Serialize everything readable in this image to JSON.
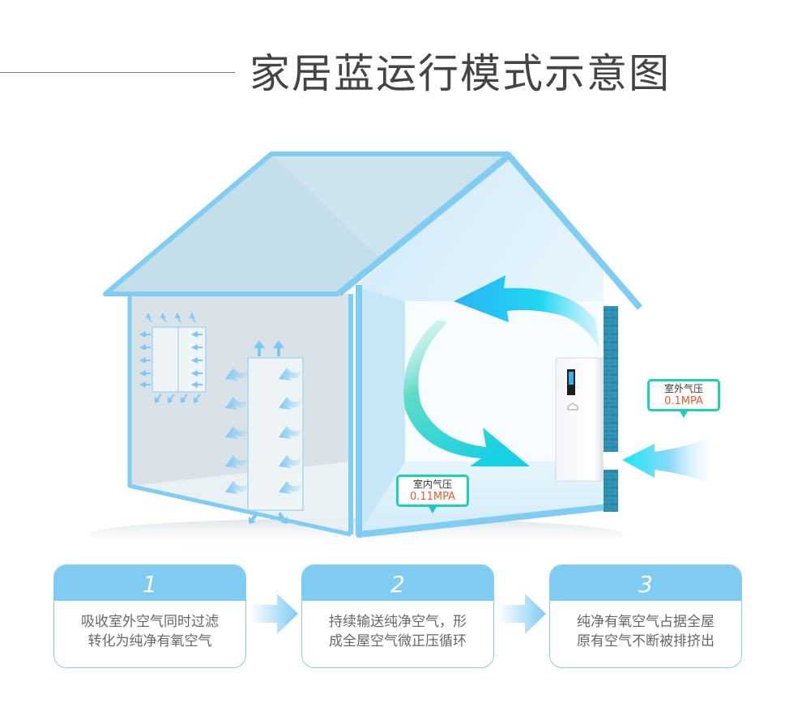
{
  "header": {
    "title": "家居蓝运行模式示意图"
  },
  "diagram": {
    "indoor_pressure": {
      "label": "室内气压",
      "value": "0.11MPA"
    },
    "outdoor_pressure": {
      "label": "室外气压",
      "value": "0.1MPA"
    },
    "colors": {
      "frame_blue": "#7fcdf3",
      "roof_left": "#c1dde8",
      "wall_left": "#d7e1e6",
      "interior": "#e9f6fd",
      "arrow_cyan": "#1ed6e6",
      "arrow_teal": "#1fd0b5",
      "pressure_value": "#f2582a",
      "brick": "#2a86a8"
    }
  },
  "steps": [
    {
      "number": "1",
      "line1": "吸收室外空气同时过滤",
      "line2": "转化为纯净有氧空气"
    },
    {
      "number": "2",
      "line1": "持续输送纯净空气，形",
      "line2": "成全屋空气微正压循环"
    },
    {
      "number": "3",
      "line1": "纯净有氧空气占据全屋",
      "line2": "原有空气不断被排挤出"
    }
  ]
}
